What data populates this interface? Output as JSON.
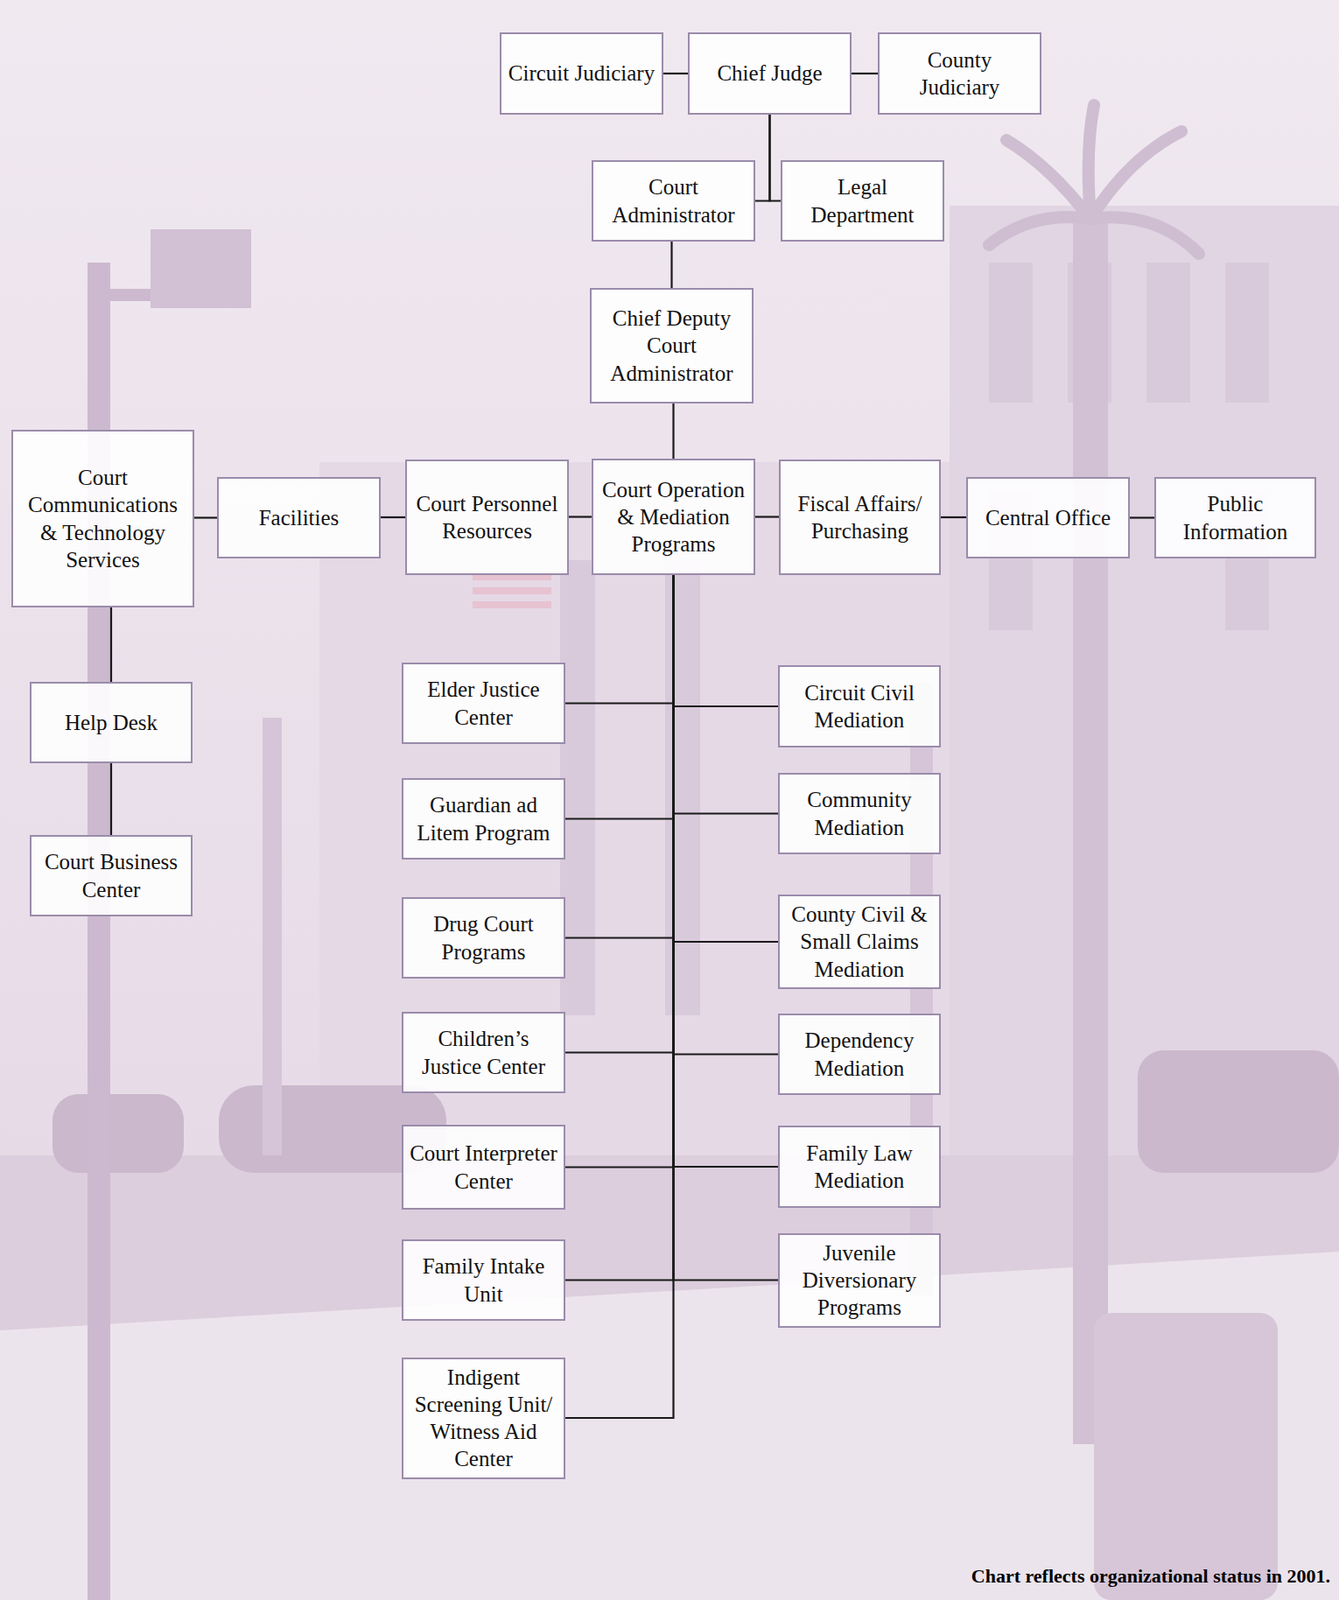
{
  "diagram": {
    "caption": "Chart reflects organizational status in 2001.",
    "nodes": [
      {
        "text": [
          "Circuit Judiciary"
        ]
      },
      {
        "text": [
          "Chief Judge"
        ]
      },
      {
        "text": [
          "County Judiciary"
        ]
      },
      {
        "text": [
          "Court Administrator"
        ]
      },
      {
        "text": [
          "Legal Department"
        ]
      },
      {
        "text": [
          "Chief Deputy Court Administrator"
        ]
      },
      {
        "text": [
          "Court Communications & Technology Services"
        ]
      },
      {
        "text": [
          "Facilities"
        ]
      },
      {
        "text": [
          "Court Personnel Resources"
        ]
      },
      {
        "text": [
          "Court Operation & Mediation Programs"
        ]
      },
      {
        "text": [
          "Fiscal Affairs/ Purchasing"
        ]
      },
      {
        "text": [
          "Central Office"
        ]
      },
      {
        "text": [
          "Public Information"
        ]
      },
      {
        "text": [
          "Help Desk"
        ]
      },
      {
        "text": [
          "Court Business Center"
        ]
      },
      {
        "text": [
          "Elder Justice Center"
        ]
      },
      {
        "text": [
          "Circuit Civil Mediation"
        ]
      },
      {
        "text": [
          "Guardian ad Litem Program"
        ]
      },
      {
        "text": [
          "Community Mediation"
        ]
      },
      {
        "text": [
          "Drug Court Programs"
        ]
      },
      {
        "text": [
          "County Civil & Small Claims Mediation"
        ]
      },
      {
        "text": [
          "Children’s Justice Center"
        ]
      },
      {
        "text": [
          "Dependency Mediation"
        ]
      },
      {
        "text": [
          "Court Interpreter Center"
        ]
      },
      {
        "text": [
          "Family Law Mediation"
        ]
      },
      {
        "text": [
          "Family Intake Unit"
        ]
      },
      {
        "text": [
          "Juvenile Diversionary Programs"
        ]
      },
      {
        "text": [
          "Indigent Screening Unit/ Witness Aid Center"
        ]
      }
    ],
    "edges": [
      {
        "from": 1,
        "to": 0,
        "arrow": "none"
      },
      {
        "from": 1,
        "to": 2,
        "arrow": "none"
      },
      {
        "from": 1,
        "to": 3,
        "arrow": "none"
      },
      {
        "from": 1,
        "to": 4,
        "arrow": "none"
      },
      {
        "from": 3,
        "to": 5,
        "arrow": "none"
      },
      {
        "from": 5,
        "to": 9,
        "arrow": "none"
      },
      {
        "from": 9,
        "to": 8,
        "arrow": "none"
      },
      {
        "from": 8,
        "to": 7,
        "arrow": "none"
      },
      {
        "from": 7,
        "to": 6,
        "arrow": "none"
      },
      {
        "from": 9,
        "to": 10,
        "arrow": "none"
      },
      {
        "from": 10,
        "to": 11,
        "arrow": "none"
      },
      {
        "from": 11,
        "to": 12,
        "arrow": "none"
      },
      {
        "from": 6,
        "to": 13,
        "arrow": "none"
      },
      {
        "from": 13,
        "to": 14,
        "arrow": "none"
      },
      {
        "from": 9,
        "to": 15,
        "arrow": "none"
      },
      {
        "from": 9,
        "to": 16,
        "arrow": "none"
      },
      {
        "from": 9,
        "to": 17,
        "arrow": "none"
      },
      {
        "from": 9,
        "to": 18,
        "arrow": "none"
      },
      {
        "from": 9,
        "to": 19,
        "arrow": "none"
      },
      {
        "from": 9,
        "to": 20,
        "arrow": "none"
      },
      {
        "from": 9,
        "to": 21,
        "arrow": "none"
      },
      {
        "from": 9,
        "to": 22,
        "arrow": "none"
      },
      {
        "from": 9,
        "to": 23,
        "arrow": "none"
      },
      {
        "from": 9,
        "to": 24,
        "arrow": "none"
      },
      {
        "from": 9,
        "to": 25,
        "arrow": "none"
      },
      {
        "from": 9,
        "to": 26,
        "arrow": "none"
      },
      {
        "from": 9,
        "to": 27,
        "arrow": "none"
      }
    ]
  }
}
